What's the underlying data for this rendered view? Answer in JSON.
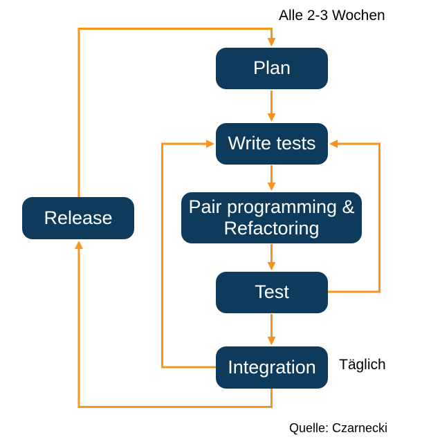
{
  "colors": {
    "node_fill": "#0e3a5c",
    "node_text": "#ffffff",
    "arrow": "#f7941e",
    "label_text": "#000000",
    "background": "#ffffff"
  },
  "nodes": [
    {
      "id": "plan",
      "label": "Plan"
    },
    {
      "id": "write_tests",
      "label": "Write tests"
    },
    {
      "id": "pair_programming",
      "label": "Pair programming & Refactoring"
    },
    {
      "id": "test",
      "label": "Test"
    },
    {
      "id": "integration",
      "label": "Integration"
    },
    {
      "id": "release",
      "label": "Release"
    }
  ],
  "edges": [
    {
      "from": "plan",
      "to": "write_tests"
    },
    {
      "from": "write_tests",
      "to": "pair_programming"
    },
    {
      "from": "pair_programming",
      "to": "test"
    },
    {
      "from": "test",
      "to": "integration"
    },
    {
      "from": "test",
      "to": "write_tests"
    },
    {
      "from": "integration",
      "to": "write_tests"
    },
    {
      "from": "integration",
      "to": "release"
    },
    {
      "from": "release",
      "to": "plan"
    }
  ],
  "annotations": {
    "cycle": "Alle 2-3 Wochen",
    "daily": "Täglich",
    "source": "Quelle: Czarnecki"
  }
}
